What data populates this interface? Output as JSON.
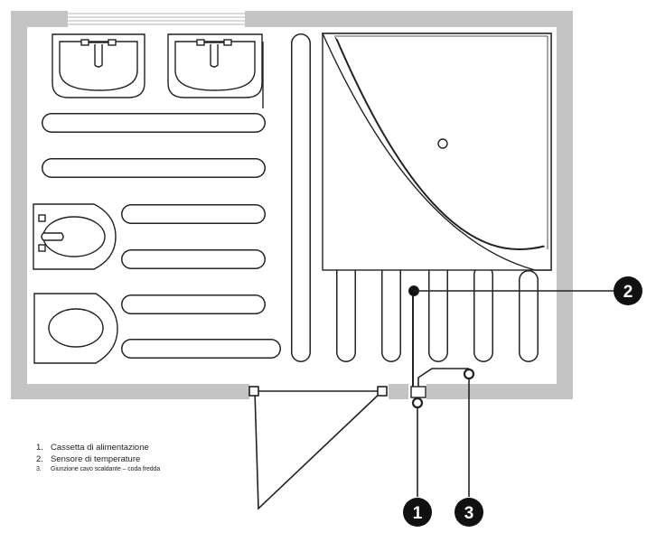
{
  "callouts": [
    {
      "number": "1"
    },
    {
      "number": "2"
    },
    {
      "number": "3"
    }
  ],
  "legend": [
    {
      "number": "1.",
      "text": "Cassetta di alimentazione"
    },
    {
      "number": "2.",
      "text": "Sensore di temperature"
    },
    {
      "number": "3.",
      "text": "Giunzione cavo scaldante – coda fredda"
    }
  ],
  "colors": {
    "wall": "#c4c4c4",
    "line": "#222222",
    "callout_fill": "#111111",
    "callout_text": "#ffffff"
  }
}
